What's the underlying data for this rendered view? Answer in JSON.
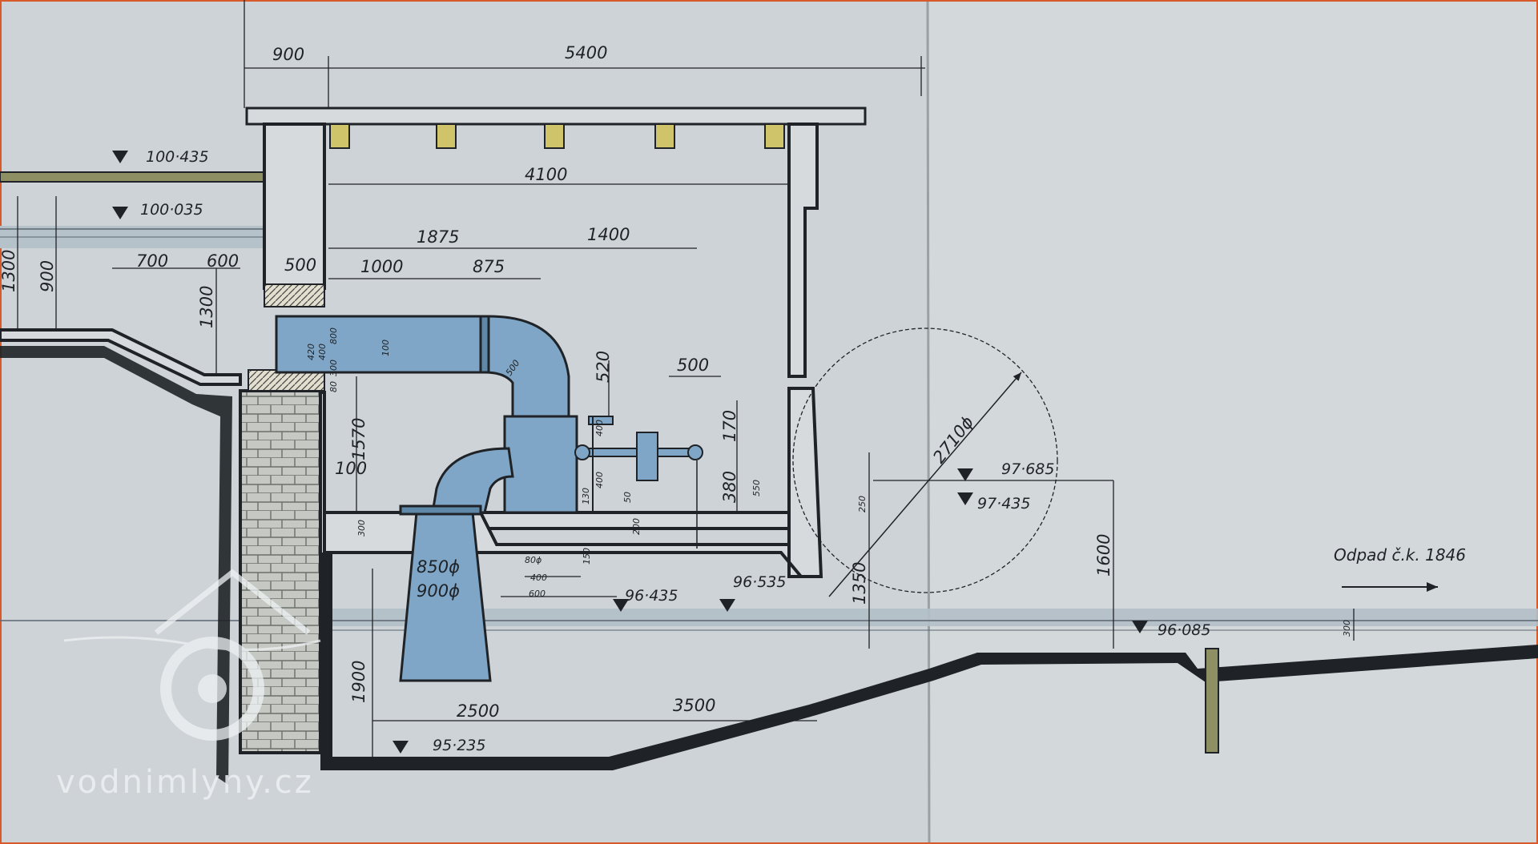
{
  "colors": {
    "paper_left": "#cdd3d6",
    "paper_right": "#d3d8db",
    "ink": "#1f2327",
    "concrete": "#d6dadd",
    "pipe": "#7fa6c6",
    "water": "#b3bfc7",
    "ground": "#8e8f62",
    "yellow": "#cfc46a",
    "border": "#d85a2a"
  },
  "dimensions": {
    "top_left": "900",
    "top_span": "5400",
    "room_width": "4100",
    "d1875": "1875",
    "d1400": "1400",
    "d1000": "1000",
    "d875": "875",
    "d500_wall": "500",
    "d700": "700",
    "d600_left": "600",
    "d1300_a": "1300",
    "d900_left": "900",
    "d1300_b": "1300",
    "d1570": "1570",
    "d100": "100",
    "d520": "520",
    "d500_shaft": "500",
    "d170": "170",
    "d380": "380",
    "d550": "550",
    "d400": "400",
    "d400b": "400",
    "d130": "130",
    "d50": "50",
    "d200": "200",
    "d150": "150",
    "d300_floor": "300",
    "pipe_850": "850ϕ",
    "pipe_900": "900ϕ",
    "d80": "80ϕ",
    "d400c": "400",
    "d600_bot": "600",
    "d250": "250",
    "d1350": "1350",
    "d1600": "1600",
    "d300_right": "300",
    "d1900": "1900",
    "d2500": "2500",
    "d3500": "3500",
    "circle_diam": "2710ϕ",
    "r500": "500",
    "small_a": "420",
    "small_b": "400",
    "small_c": "800",
    "small_d": "100",
    "small_e": "300",
    "small_f": "80"
  },
  "levels": {
    "l100435": "100·435",
    "l100035": "100·035",
    "l97685": "97·685",
    "l97435": "97·435",
    "l96435": "96·435",
    "l96535": "96·535",
    "l96085": "96·085",
    "l95235": "95·235"
  },
  "outflow": {
    "label": "Odpad  č.k. 1846"
  },
  "watermark": {
    "text": "vodnimlyny.cz"
  }
}
